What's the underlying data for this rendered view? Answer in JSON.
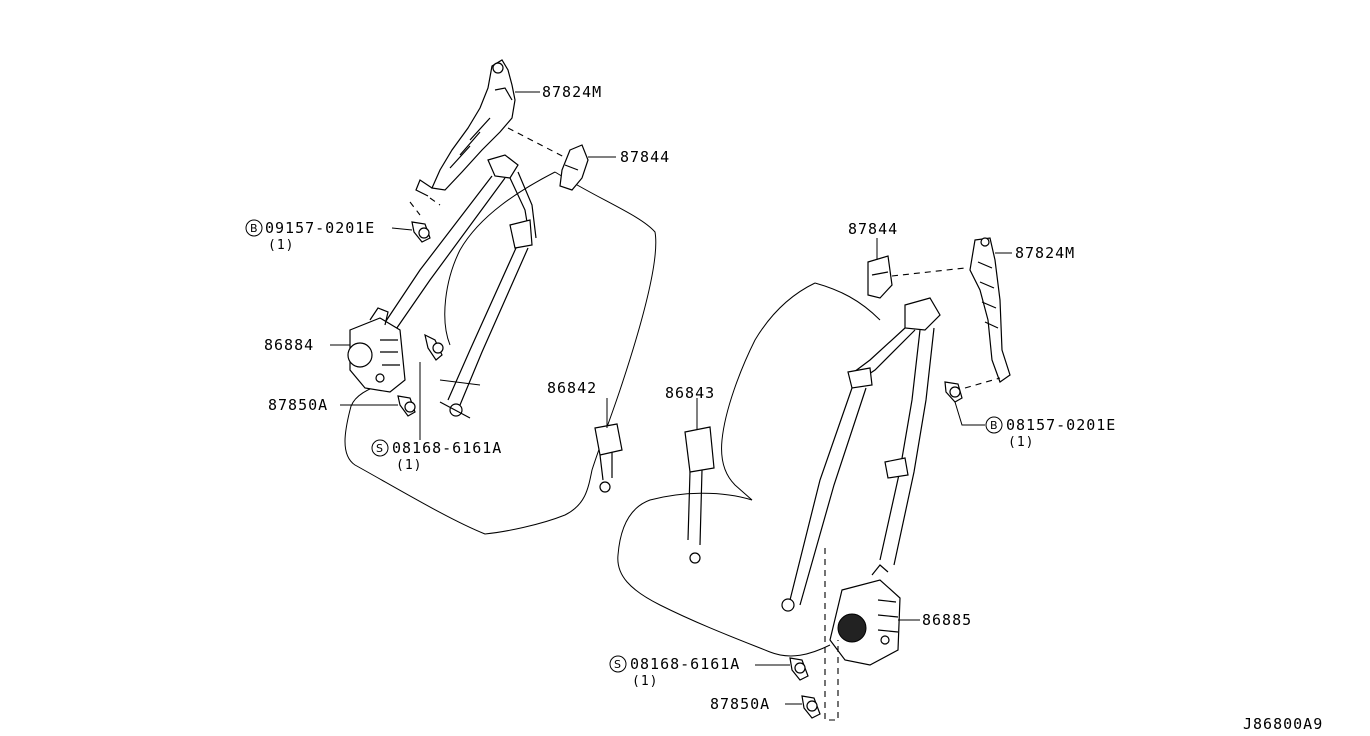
{
  "diagram_id": "J86800A9",
  "callouts": {
    "left_87824M": "87824M",
    "left_87844": "87844",
    "left_bolt": "09157-0201E",
    "left_bolt_qty": "(1)",
    "left_bolt_prefix": "B",
    "left_retractor": "86884",
    "left_87850A": "87850A",
    "left_screw": "08168-6161A",
    "left_screw_qty": "(1)",
    "left_screw_prefix": "S",
    "left_buckle": "86842",
    "right_buckle": "86843",
    "right_87844": "87844",
    "right_87824M": "87824M",
    "right_bolt": "08157-0201E",
    "right_bolt_qty": "(1)",
    "right_bolt_prefix": "B",
    "right_retractor": "86885",
    "right_screw": "08168-6161A",
    "right_screw_qty": "(1)",
    "right_screw_prefix": "S",
    "right_87850A": "87850A"
  }
}
